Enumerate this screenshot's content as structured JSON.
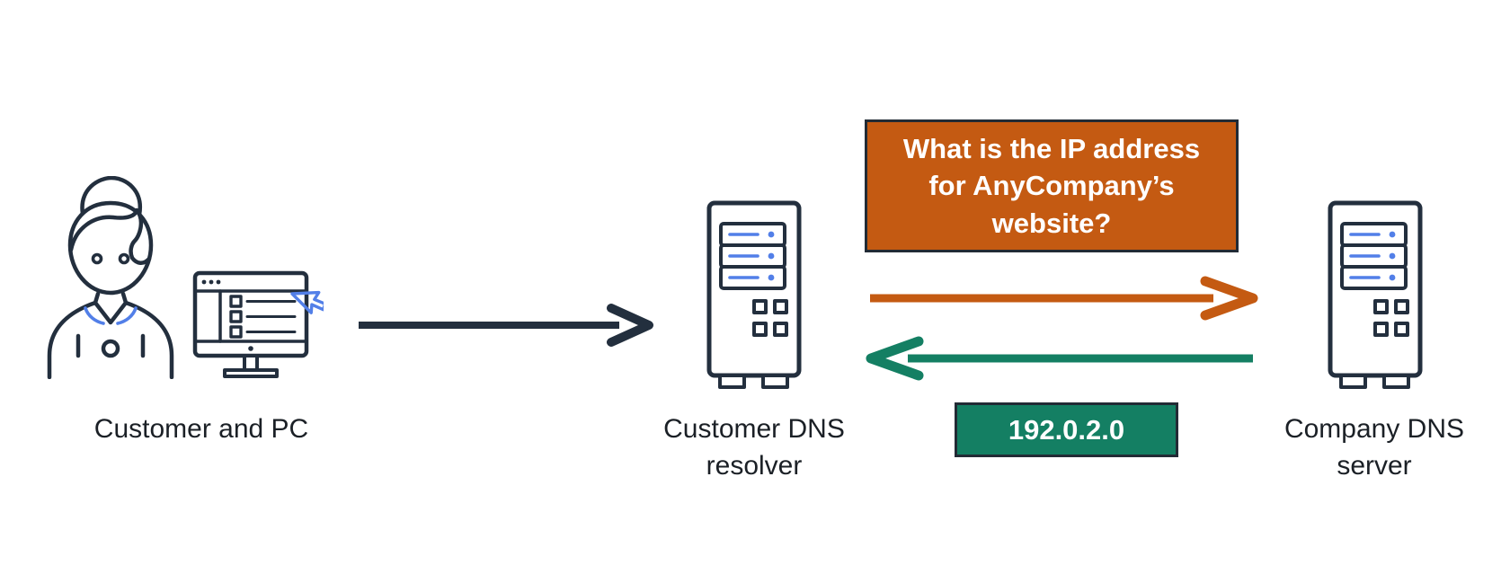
{
  "diagram": {
    "colors": {
      "outline": "#232f3e",
      "accent_blue": "#527fe8",
      "orange": "#c45a12",
      "teal": "#147f63",
      "box_border": "#222b35",
      "text": "#1b2026",
      "background": "#ffffff"
    },
    "nodes": [
      {
        "id": "customer",
        "label": "Customer and PC",
        "icon": "person-and-monitor"
      },
      {
        "id": "resolver",
        "label": "Customer DNS resolver",
        "icon": "server-tower"
      },
      {
        "id": "company",
        "label": "Company DNS server",
        "icon": "server-tower"
      }
    ],
    "messages": {
      "question": "What is the IP address for AnyCompany’s website?",
      "answer": "192.0.2.0"
    },
    "arrows": [
      {
        "id": "customer-to-resolver",
        "from": "customer",
        "to": "resolver",
        "direction": "right",
        "color": "#232f3e"
      },
      {
        "id": "resolver-query-to-company",
        "from": "resolver",
        "to": "company",
        "direction": "right",
        "color": "#c45a12"
      },
      {
        "id": "company-response-to-resolver",
        "from": "company",
        "to": "resolver",
        "direction": "left",
        "color": "#147f63"
      }
    ]
  }
}
